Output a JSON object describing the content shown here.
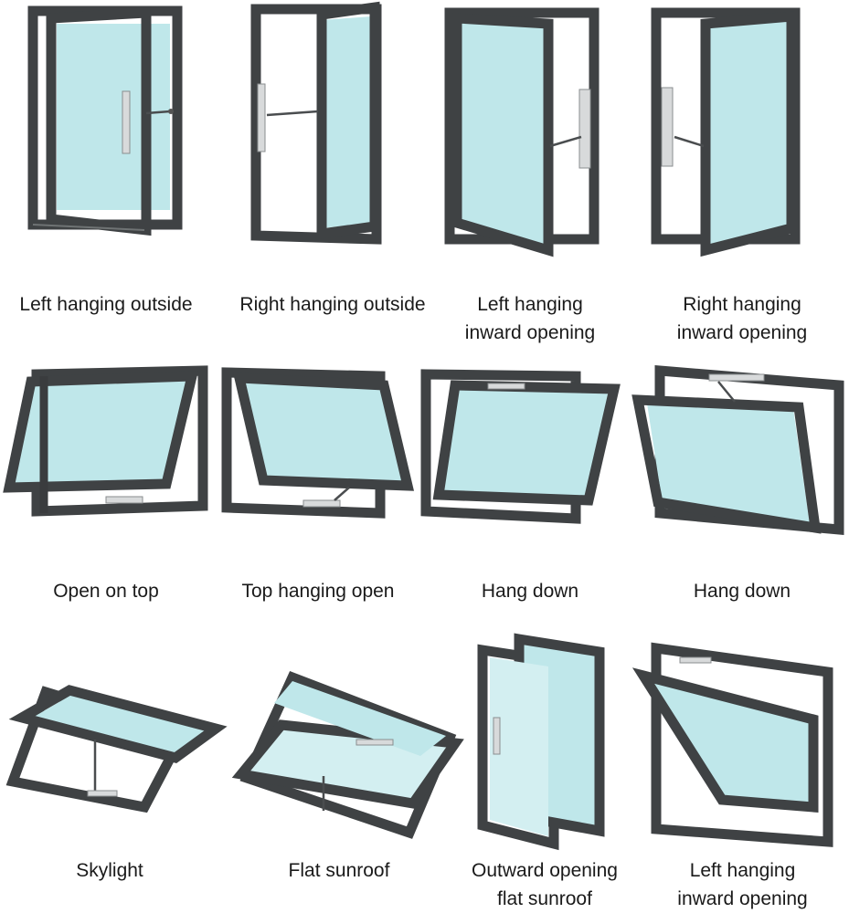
{
  "items": [
    {
      "caption": [
        "Left hanging outside"
      ],
      "icon": "window-left-hanging-outside-icon"
    },
    {
      "caption": [
        "Right hanging outside"
      ],
      "icon": "window-right-hanging-outside-icon"
    },
    {
      "caption": [
        "Left hanging",
        "inward opening"
      ],
      "icon": "window-left-hanging-inward-icon"
    },
    {
      "caption": [
        "Right hanging",
        "inward opening"
      ],
      "icon": "window-right-hanging-inward-icon"
    },
    {
      "caption": [
        "Open on top"
      ],
      "icon": "window-open-on-top-icon"
    },
    {
      "caption": [
        "Top hanging open"
      ],
      "icon": "window-top-hanging-open-icon"
    },
    {
      "caption": [
        "Hang down"
      ],
      "icon": "window-hang-down-icon"
    },
    {
      "caption": [
        "Hang down"
      ],
      "icon": "window-hang-down-outward-icon"
    },
    {
      "caption": [
        "Skylight"
      ],
      "icon": "window-skylight-icon"
    },
    {
      "caption": [
        "Flat sunroof"
      ],
      "icon": "window-flat-sunroof-icon"
    },
    {
      "caption": [
        "Outward opening",
        "flat sunroof"
      ],
      "icon": "window-outward-flat-sunroof-icon"
    },
    {
      "caption": [
        "Left hanging",
        "inward opening"
      ],
      "icon": "window-left-hanging-inward-tilt-icon"
    }
  ],
  "colors": {
    "frame": "#3f4244",
    "glass": "#bfe7ea",
    "background": "#ffffff"
  }
}
